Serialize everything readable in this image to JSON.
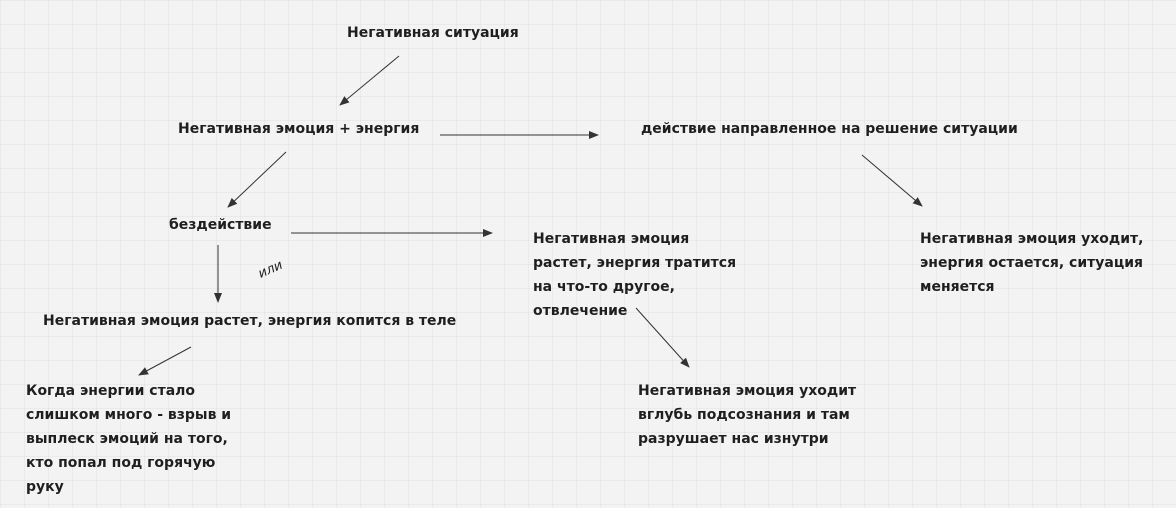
{
  "nodes": {
    "negative_situation": "Негативная ситуация",
    "emotion_energy": "Негативная эмоция + энергия",
    "action_solving": "действие направленное на решение ситуации",
    "inaction": "бездействие",
    "emotion_leaves_energy_stays": "Негативная эмоция уходит,\nэнергия остается, ситуация\nменяется",
    "emotion_grows_energy_spent": "Негативная эмоция\nрастет, энергия тратится\nна что-то другое,\nотвлечение",
    "emotion_grows_energy_accumulates": "Негативная эмоция растет, энергия копится в теле",
    "emotion_goes_subconscious": "Негативная эмоция уходит\nвглубь подсознания и там\nразрушает нас изнутри",
    "explosion": "Когда энергии стало\nслишком много - взрыв и\nвыплеск эмоций на того,\nкто попал под горячую\nруку"
  },
  "annotations": {
    "or_label": "или"
  },
  "colors": {
    "background": "#f3f3f3",
    "text": "#1f1f1f",
    "arrow": "#333333"
  }
}
